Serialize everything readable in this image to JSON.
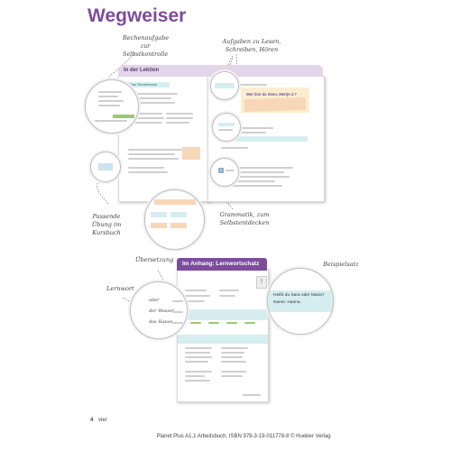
{
  "heading": "Wegweiser",
  "labels": {
    "lesson_panel": "In der Lektion",
    "appendix_panel": "Im Anhang: Lernwortschatz"
  },
  "annotations": {
    "rechenaufgaben": "Rechenaufgabe zur Selbstkontrolle",
    "aufgaben": "Aufgaben zu Lesen, Schreiben, Hören",
    "passende_uebung": "Passende Übung im Kursbuch",
    "grammatik": "Grammatik, zum Selbstentdecken",
    "uebersetzung": "Übersetzung",
    "beispielsatz": "Beispielsatz",
    "lernwort": "Lernwort"
  },
  "zoom": {
    "word_oder": "oder",
    "word_der_wasser": "der Wasser",
    "word_das_hause": "das Hause",
    "sentence_line1": "Heißt du Sara oder Maria?",
    "sentence_line2": "Name: Hanna."
  },
  "thumb": {
    "box_title": "Das Renderteam",
    "speech_text": "Wer bist du denn, Mertje 2.?",
    "ok_label": "OK"
  },
  "footer": {
    "page_number": "4",
    "page_word": "vier",
    "credit": "Planet Plus A1.1 Arbeitsbuch, ISBN 978-3-19-011778-8 © Hueber Verlag"
  },
  "colors": {
    "accent": "#7d4d9c",
    "band_light": "#e3d6ea",
    "teal": "#8fc4ca",
    "orange": "#f3c59a",
    "green": "#9cc96f"
  }
}
